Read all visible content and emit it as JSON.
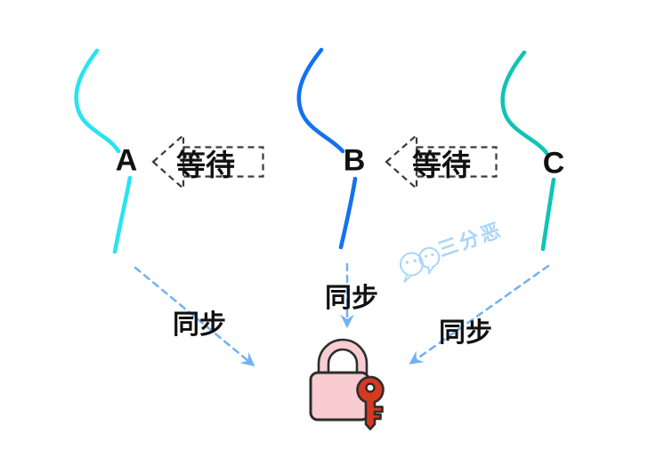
{
  "diagram": {
    "title_hint": "three threads waiting / synchronizing on a lock",
    "threads": [
      {
        "id": "thread-a",
        "label": "A",
        "color": "#29e3f2"
      },
      {
        "id": "thread-b",
        "label": "B",
        "color": "#1472ef"
      },
      {
        "id": "thread-c",
        "label": "C",
        "color": "#10c4b5"
      }
    ],
    "wait_arrows": [
      {
        "label": "等待",
        "direction": "left",
        "style": "dashed-outline"
      },
      {
        "label": "等待",
        "direction": "left",
        "style": "dashed-outline"
      }
    ],
    "sync_arrows": [
      {
        "label": "同步",
        "from": "thread-a",
        "to": "lock"
      },
      {
        "label": "同步",
        "from": "thread-b",
        "to": "lock"
      },
      {
        "label": "同步",
        "from": "thread-c",
        "to": "lock"
      }
    ],
    "lock": {
      "name": "lock-with-key",
      "body_color": "#f8ccd1",
      "outline_color": "#2d2d2d",
      "key_color": "#d6391f"
    },
    "colors": {
      "sync_arrow": "#70b2f4",
      "wait_outline": "#3a3a3a",
      "watermark": "#a9d5fa"
    },
    "watermark": {
      "text": "三分恶",
      "icon": "wechat-icon"
    }
  }
}
